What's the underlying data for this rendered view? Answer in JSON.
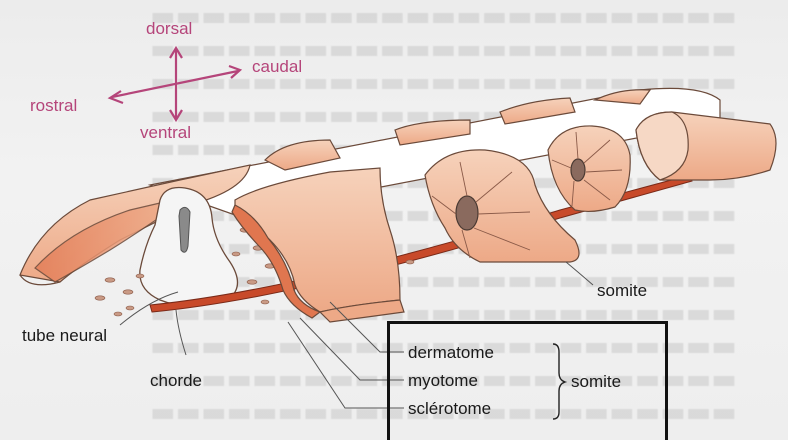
{
  "directions": {
    "dorsal": "dorsal",
    "ventral": "ventral",
    "rostral": "rostral",
    "caudal": "caudal"
  },
  "labels": {
    "tube_neural": "tube neural",
    "chorde": "chorde",
    "somite_top": "somite",
    "dermatome": "dermatome",
    "myotome": "myotome",
    "sclerotome": "sclérotome",
    "somite_group": "somite"
  },
  "colors": {
    "axis_arrows": "#b5457a",
    "tissue_light": "#f3c3a6",
    "tissue_dark": "#e0764f",
    "notochord": "#c84a2a",
    "neural_tube": "#f4f4f4"
  }
}
